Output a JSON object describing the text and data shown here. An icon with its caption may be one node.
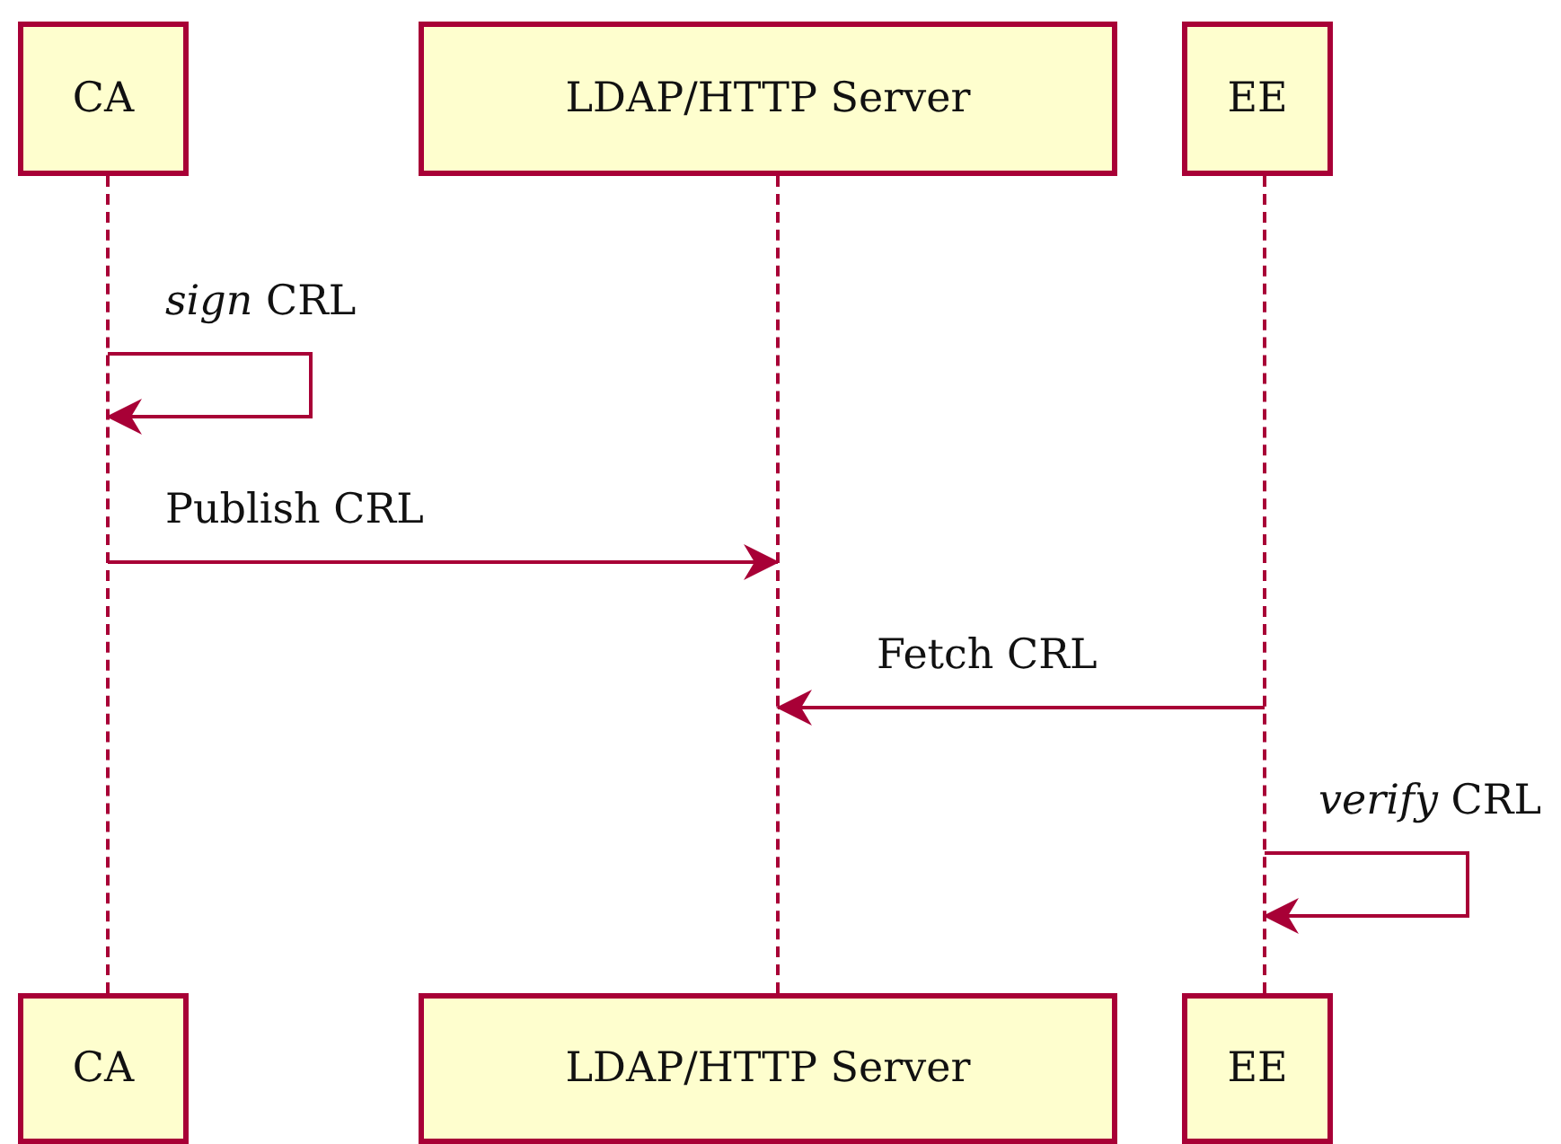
{
  "diagram": {
    "nodes": [
      {
        "text": [
          "CA"
        ]
      },
      {
        "text": [
          "LDAP/HTTP Server"
        ]
      },
      {
        "text": [
          "EE"
        ]
      },
      {
        "text": [],
        "shape": "line"
      },
      {
        "text": [],
        "shape": "line"
      },
      {
        "text": [],
        "shape": "line"
      },
      {
        "text": [
          "CA"
        ]
      },
      {
        "text": [
          "LDAP/HTTP Server"
        ]
      },
      {
        "text": [
          "EE"
        ]
      }
    ],
    "edges": [
      {
        "from": 3,
        "to": 3,
        "arrow": "to",
        "label": "*sign* CRL"
      },
      {
        "from": 3,
        "to": 4,
        "arrow": "to",
        "label": "Publish CRL"
      },
      {
        "from": 5,
        "to": 4,
        "arrow": "to",
        "label": "Fetch CRL"
      },
      {
        "from": 5,
        "to": 5,
        "arrow": "to",
        "label": "*verify* CRL"
      }
    ]
  }
}
